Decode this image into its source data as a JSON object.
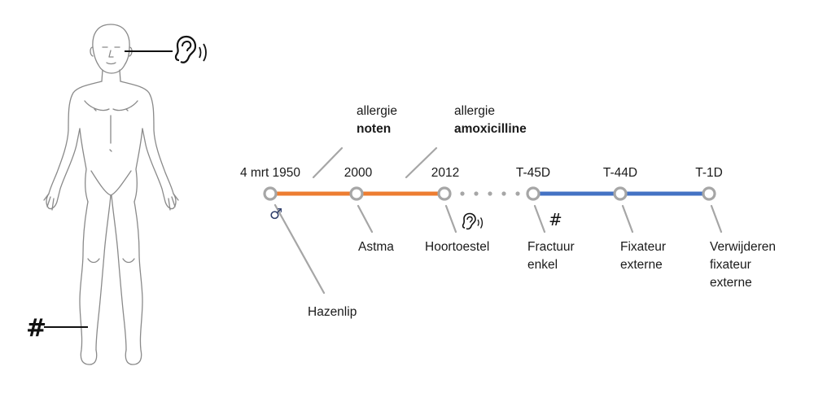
{
  "figure": {
    "events": [
      {
        "date": "4 mrt 1950",
        "label": "Hazenlip",
        "marker": "male-symbol"
      },
      {
        "date": "2000",
        "label": "Astma",
        "above_line1": "allergie",
        "above_line2": "noten"
      },
      {
        "date": "2012",
        "label": "Hoortoestel",
        "marker": "ear-icon",
        "above_line1": "allergie",
        "above_line2": "amoxicilline"
      },
      {
        "date": "T-45D",
        "label_line1": "Fractuur",
        "label_line2": "enkel",
        "marker": "#"
      },
      {
        "date": "T-44D",
        "label_line1": "Fixateur",
        "label_line2": "externe"
      },
      {
        "date": "T-1D",
        "label_line1": "Verwijderen",
        "label_line2": "fixateur",
        "label_line3": "externe"
      }
    ],
    "male_symbol": "♂",
    "body_hash": "#",
    "segment_colors": {
      "past": "#ed7d31",
      "recent": "#4472c4",
      "gap": "#a6a6a6"
    }
  }
}
